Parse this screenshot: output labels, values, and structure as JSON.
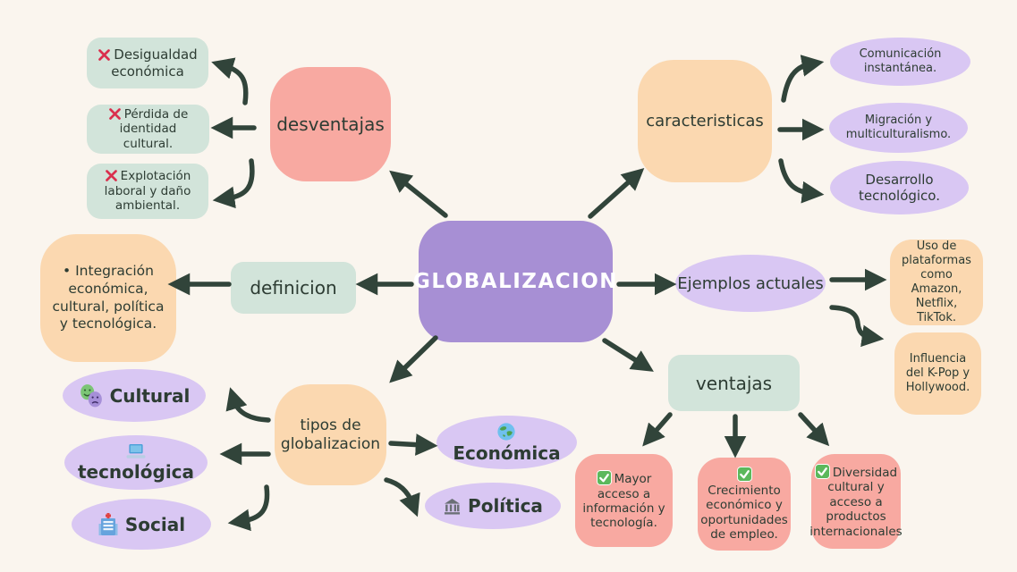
{
  "title": "GLOBALIZACION",
  "colors": {
    "background": "#faf5ee",
    "center_fill": "#a78fd4",
    "pink": "#f8a9a1",
    "peach": "#fbd8b0",
    "mint": "#d2e4da",
    "lavender": "#d9c7f3",
    "arrow": "#31443a",
    "text": "#2d3c33",
    "x_mark": "#da2f4d",
    "check_green": "#5cb85c"
  },
  "branches": {
    "desventajas": {
      "label": "desventajas",
      "items": [
        {
          "icon": "x-mark-icon",
          "text": "Desigualdad económica"
        },
        {
          "icon": "x-mark-icon",
          "text": "Pérdida de identidad cultural."
        },
        {
          "icon": "x-mark-icon",
          "text": "Explotación laboral y daño ambiental."
        }
      ]
    },
    "caracteristicas": {
      "label": "caracteristicas",
      "items": [
        {
          "text": "Comunicación instantánea."
        },
        {
          "text": "Migración y multiculturalismo."
        },
        {
          "text": "Desarrollo tecnológico."
        }
      ]
    },
    "definicion": {
      "label": "definicion",
      "items": [
        {
          "text": "• Integración económica, cultural, política y tecnológica."
        }
      ]
    },
    "ejemplos_actuales": {
      "label": "Ejemplos actuales",
      "items": [
        {
          "text": "Uso de plataformas como Amazon, Netflix, TikTok."
        },
        {
          "text": "Influencia del K-Pop y Hollywood."
        }
      ]
    },
    "tipos_de_globalizacion": {
      "label": "tipos de globalizacion",
      "items": [
        {
          "icon": "theater-masks-icon",
          "text": "Cultural"
        },
        {
          "icon": "laptop-icon",
          "text": "tecnológica"
        },
        {
          "icon": "hospital-icon",
          "text": "Social"
        },
        {
          "icon": "globe-icon",
          "text": "Económica"
        },
        {
          "icon": "bank-icon",
          "text": "Política"
        }
      ]
    },
    "ventajas": {
      "label": "ventajas",
      "items": [
        {
          "icon": "check-icon",
          "text": "Mayor acceso a información y tecnología."
        },
        {
          "icon": "check-icon",
          "text": "Crecimiento económico y oportunidades de empleo."
        },
        {
          "icon": "check-icon",
          "text": "Diversidad cultural y acceso a productos internacionales"
        }
      ]
    }
  }
}
